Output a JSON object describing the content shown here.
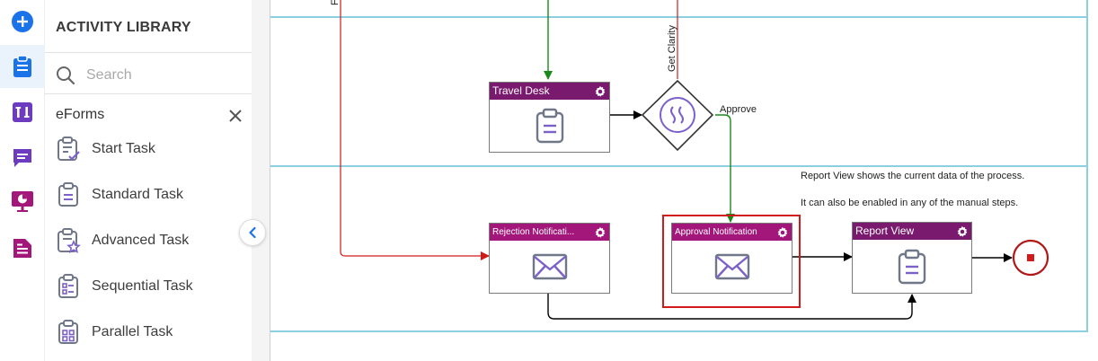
{
  "rail": {
    "items": [
      {
        "name": "add-icon",
        "color": "#1a73e8"
      },
      {
        "name": "clipboard-icon",
        "color": "#1a73e8",
        "active": true
      },
      {
        "name": "text-format-icon",
        "color": "#6c3bbf"
      },
      {
        "name": "chat-icon",
        "color": "#6c3bbf"
      },
      {
        "name": "dashboard-icon",
        "color": "#a3177a"
      },
      {
        "name": "document-icon",
        "color": "#a3177a"
      }
    ]
  },
  "library": {
    "title": "ACTIVITY LIBRARY",
    "search": {
      "placeholder": "Search",
      "value": ""
    },
    "section": "eForms",
    "items": [
      {
        "label": "Start Task",
        "icon": "start-task-icon"
      },
      {
        "label": "Standard Task",
        "icon": "standard-task-icon"
      },
      {
        "label": "Advanced Task",
        "icon": "advanced-task-icon"
      },
      {
        "label": "Sequential Task",
        "icon": "sequential-task-icon"
      },
      {
        "label": "Parallel Task",
        "icon": "parallel-task-icon"
      }
    ]
  },
  "canvas": {
    "nodes": {
      "travel_desk": {
        "title": "Travel Desk",
        "header_color": "#7a1a6e"
      },
      "gateway": {
        "icon": "gateway-icon"
      },
      "rejection": {
        "title": "Rejection Notificati...",
        "header_color": "#a3177a"
      },
      "approval": {
        "title": "Approval Notification",
        "header_color": "#a3177a"
      },
      "report_view": {
        "title": "Report View",
        "header_color": "#7a1a6e"
      },
      "end": {
        "icon": "end-event-icon"
      }
    },
    "edge_labels": {
      "get_clarity": "Get Clarity",
      "approve": "Approve",
      "cut_top": "F"
    },
    "notes": [
      "Report View shows the current data of the process.",
      "It can also be enabled in any of the manual steps."
    ]
  },
  "colors": {
    "accent_blue": "#1a73e8",
    "lane_border": "#8ccfe0",
    "approve_edge": "#1b8a1b",
    "reject_edge": "#d11a1a",
    "task_icon": "#7b61c9"
  }
}
